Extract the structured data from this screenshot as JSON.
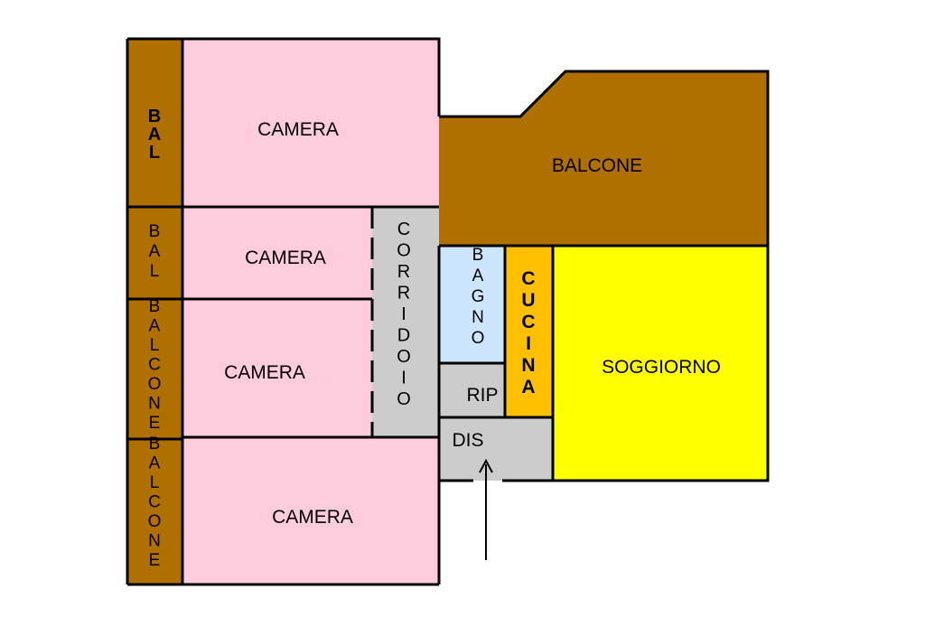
{
  "colors": {
    "balcony": "#b07000",
    "bedroom": "#ffccdd",
    "service": "#cccccc",
    "bathroom": "#cce6ff",
    "kitchen": "#ffc000",
    "living": "#ffff00",
    "wall": "#000000"
  },
  "rooms": {
    "camera_1": "CAMERA",
    "camera_2": "CAMERA",
    "camera_3": "CAMERA",
    "camera_4": "CAMERA",
    "balcone_top": "BALCONE",
    "soggiorno": "SOGGIORNO",
    "rip": "RIP",
    "dis": "DIS",
    "bal_1": "BAL",
    "bal_2": "BAL",
    "balcone_left_1": "BALCONE",
    "balcone_left_2": "BALCONE",
    "corridoio": "CORRIDOIO",
    "bagno": "BAGNO",
    "cucina": "CUCINA"
  },
  "entrance": "entrance-arrow-icon"
}
